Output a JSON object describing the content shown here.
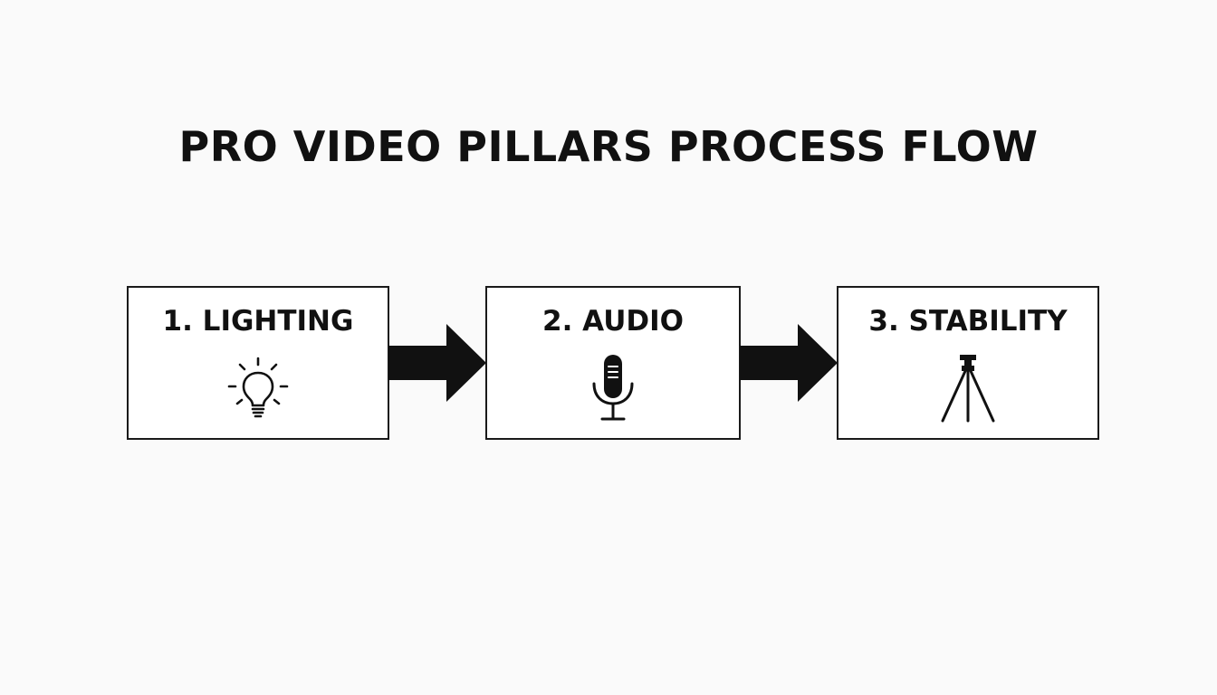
{
  "diagram": {
    "title": "PRO VIDEO PILLARS PROCESS FLOW",
    "steps": [
      {
        "label": "1. LIGHTING",
        "icon": "lightbulb-icon"
      },
      {
        "label": "2. AUDIO",
        "icon": "microphone-icon"
      },
      {
        "label": "3. STABILITY",
        "icon": "tripod-icon"
      }
    ],
    "connectors": [
      {
        "from": "1. LIGHTING",
        "to": "2. AUDIO"
      },
      {
        "from": "2. AUDIO",
        "to": "3. STABILITY"
      }
    ],
    "colors": {
      "background": "#fafafa",
      "box_fill": "#ffffff",
      "ink": "#111111"
    }
  }
}
